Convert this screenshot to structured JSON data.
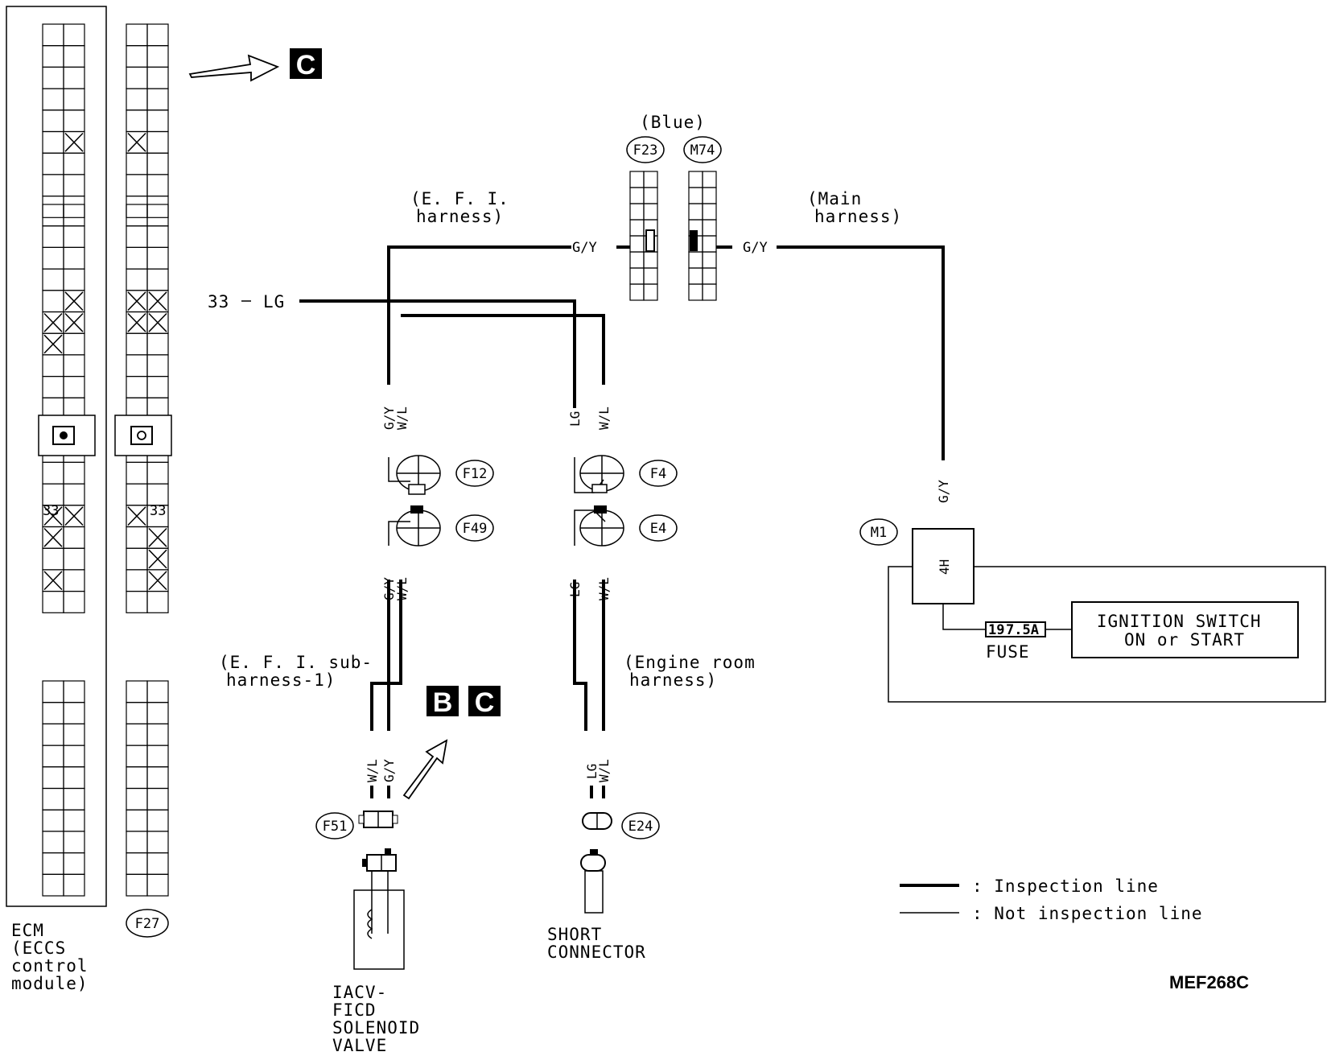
{
  "ecm": {
    "label_lines": [
      "ECM",
      "(ECCS",
      "control",
      "module)"
    ],
    "pin_label": "33"
  },
  "f27": {
    "connector_id": "F27",
    "pin_label": "33"
  },
  "arrow_letter_c": "C",
  "connectors": {
    "f23": "F23",
    "m74": "M74",
    "color_note": "(Blue)",
    "f12": "F12",
    "f49": "F49",
    "f4": "F4",
    "e4": "E4",
    "f51": "F51",
    "e24": "E24",
    "m1": "M1"
  },
  "harnesses": {
    "efi_line1": "(E. F. I.",
    "efi_line2": "harness)",
    "main_line1": "(Main",
    "main_line2": "harness)",
    "efi_sub_line1": "(E. F. I.  sub-",
    "efi_sub_line2": "harness-1)",
    "engine_room_line1": "(Engine  room",
    "engine_room_line2": "harness)"
  },
  "wires": {
    "gy": "G/Y",
    "wl": "W/L",
    "lg": "LG",
    "terminal_33": "33",
    "terminal_4h": "4H"
  },
  "letters": {
    "b": "B",
    "c": "C"
  },
  "components": {
    "short_connector_line1": "SHORT",
    "short_connector_line2": "CONNECTOR",
    "iacv_lines": [
      "IACV-",
      "FICD",
      "SOLENOID",
      "VALVE"
    ],
    "fuse_id": "19",
    "fuse_rating": "7.5A",
    "fuse_label": "FUSE",
    "ignition_line1": "IGNITION  SWITCH",
    "ignition_line2": "ON  or  START"
  },
  "legend": {
    "inspection": ":  Inspection  line",
    "not_inspection": ":  Not  inspection  line"
  },
  "figure_code": "MEF268C"
}
